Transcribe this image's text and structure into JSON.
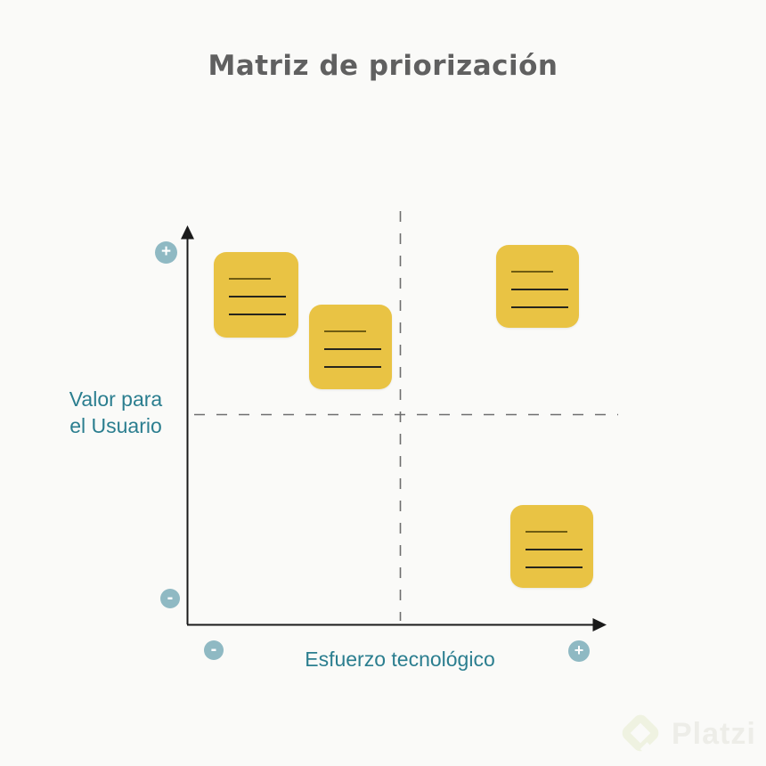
{
  "title": {
    "text": "Matriz de priorización"
  },
  "axes": {
    "y_label_line1": "Valor para",
    "y_label_line2": "el Usuario",
    "x_label": "Esfuerzo tecnológico",
    "y_plus": "+",
    "y_minus": "-",
    "x_minus": "-",
    "x_plus": "+"
  },
  "sticky_notes": [
    {
      "id": 1,
      "quadrant": "valor-alto-esfuerzo-bajo",
      "content": "blank scribble lines"
    },
    {
      "id": 2,
      "quadrant": "valor-alto-esfuerzo-bajo",
      "content": "blank scribble lines"
    },
    {
      "id": 3,
      "quadrant": "valor-alto-esfuerzo-alto",
      "content": "blank scribble lines"
    },
    {
      "id": 4,
      "quadrant": "valor-bajo-esfuerzo-alto",
      "content": "blank scribble lines"
    }
  ],
  "watermark": {
    "brand": "Platzi"
  },
  "colors": {
    "background": "#FAFAF8",
    "title_text": "#606060",
    "axis_line": "#1A1A1A",
    "dashed_divider": "#6E6E6E",
    "sticky_note": "#E9C344",
    "note_line_dark": "#27261D",
    "note_line_olive": "#6F5C12",
    "badge": "#8FB9C3",
    "axis_label_text": "#2B7E8F",
    "watermark_icon": "#EFF2E1",
    "watermark_text": "#EDEDE8"
  }
}
